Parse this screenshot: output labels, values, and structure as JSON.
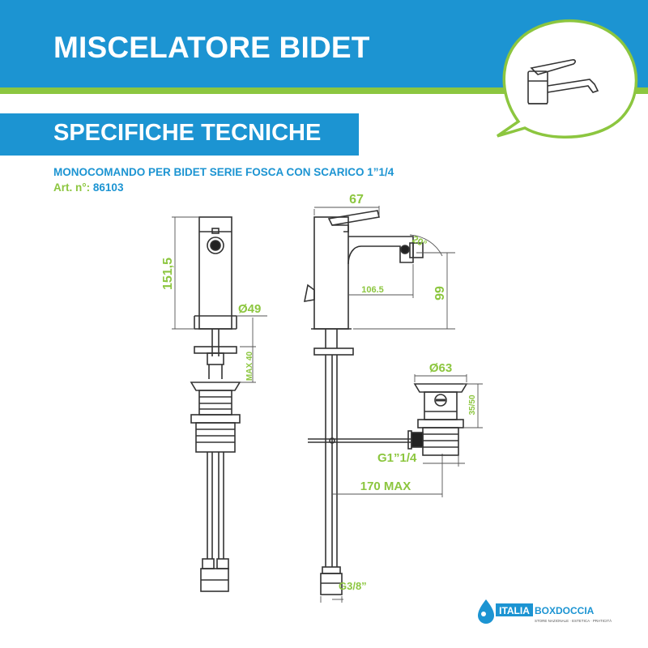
{
  "header": {
    "title": "MISCELATORE BIDET",
    "section_title": "SPECIFICHE TECNICHE",
    "subtitle": "MONOCOMANDO PER BIDET SERIE FOSCA CON SCARICO 1”1/4",
    "article_label": "Art. n°:",
    "article_number": "86103"
  },
  "dimensions": {
    "height": "151,5",
    "base_diameter": "Ø49",
    "max_thickness": "MAX 40",
    "width_top": "67",
    "angle": "20°",
    "spout_reach": "106.5",
    "spout_height": "99",
    "drain_diameter": "Ø63",
    "drain_height": "35/50",
    "drain_thread": "G1”1/4",
    "rod_length": "170 MAX",
    "hose_thread": "G3/8”"
  },
  "logo": {
    "brand_part1": "ITALIA",
    "brand_part2": "BOXDOCCIA",
    "tagline": "STORE NAZIONALE · ESTETICA · PRATICITÀ"
  },
  "colors": {
    "blue": "#1c94d2",
    "green": "#8cc63f",
    "line": "#333333"
  },
  "icons": [
    "faucet-speech-bubble-icon",
    "water-drop-icon"
  ]
}
